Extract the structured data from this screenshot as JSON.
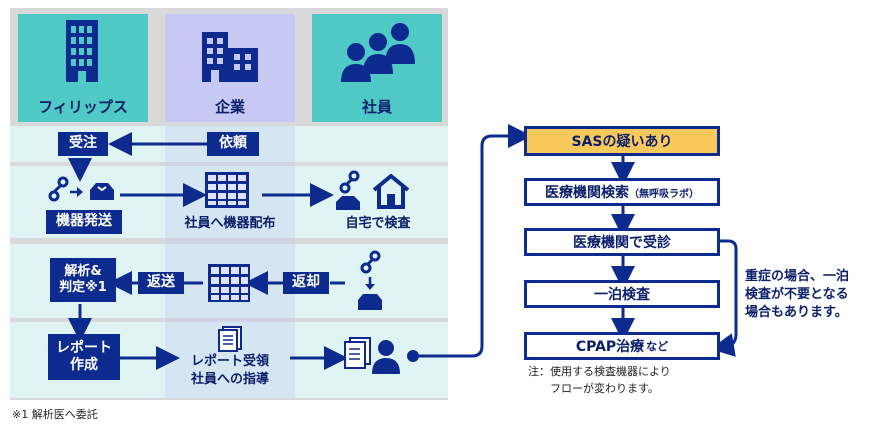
{
  "columns": {
    "philips": "フィリップス",
    "company": "企業",
    "employee": "社員"
  },
  "tags": {
    "order": "受注",
    "request": "依頼",
    "shipping": "機器発送",
    "analysis": "解析&\n判定※1",
    "send_back": "返送",
    "return": "返却",
    "report": "レポート\n作成"
  },
  "labels": {
    "distribution": "社員へ機器配布",
    "home_test": "自宅で検査",
    "report_receive": "レポート受領\n社員への指導"
  },
  "flow": {
    "step1": "SASの疑いあり",
    "step2_main": "医療機関検索",
    "step2_sub": "（無呼吸ラボ）",
    "step3": "医療機関で受診",
    "step4": "一泊検査",
    "step5_main": "CPAP治療",
    "step5_sub": "など"
  },
  "side_note": "重症の場合、一泊\n検査が不要となる\n場合もあります。",
  "note": "注：使用する検査機器により\n　　フローが変わります。",
  "footnote": "※1 解析医へ委託",
  "colors": {
    "navy": "#0d2b8f",
    "teal_band": "#4fc9c6",
    "lavender_band": "#c7c8f3",
    "row_mint": "#dff4f2",
    "sas_box": "#f9c85b"
  },
  "icons": [
    "building-icon",
    "office-building-icon",
    "people-icon",
    "device-icon",
    "box-icon",
    "grid-icon",
    "home-icon",
    "report-icon",
    "person-icon"
  ]
}
